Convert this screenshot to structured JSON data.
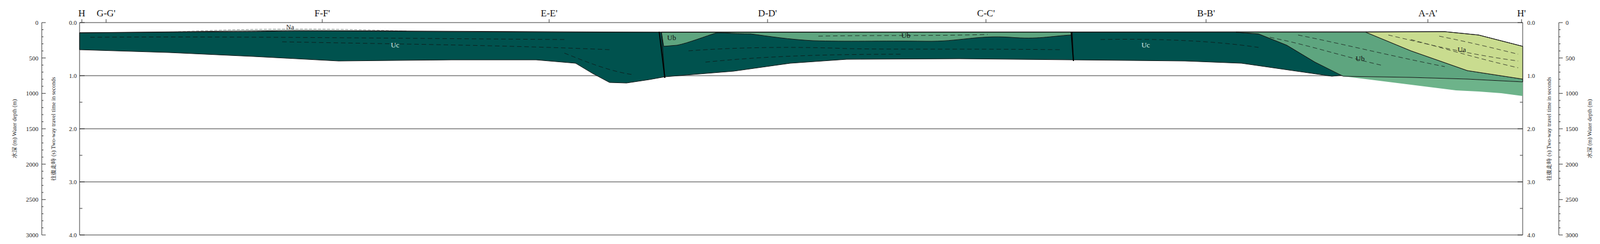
{
  "diagram": {
    "labels": [
      "H",
      "G-G'",
      "F-F'",
      "E-E'",
      "D-D'",
      "C-C'",
      "B-B'",
      "A-A'",
      "H'",
      "Na",
      "Uc",
      "Ub",
      "Ub",
      "Uc",
      "Ub",
      "Ua",
      "0.0",
      "1.0",
      "2.0",
      "3.0",
      "4.0",
      "0",
      "500",
      "1000",
      "1500",
      "2000",
      "2500",
      "3000",
      "水深 (m) Water depth (m)",
      "往復走時 (s) Two-way travel time in seconds",
      "0.0",
      "1.0",
      "2.0",
      "3.0",
      "4.0",
      "往復走時 (s) Two-way travel time in seconds",
      "水深 (m) Water depth (m)",
      "0",
      "500",
      "1000",
      "1500",
      "2000",
      "2500",
      "3000"
    ]
  }
}
